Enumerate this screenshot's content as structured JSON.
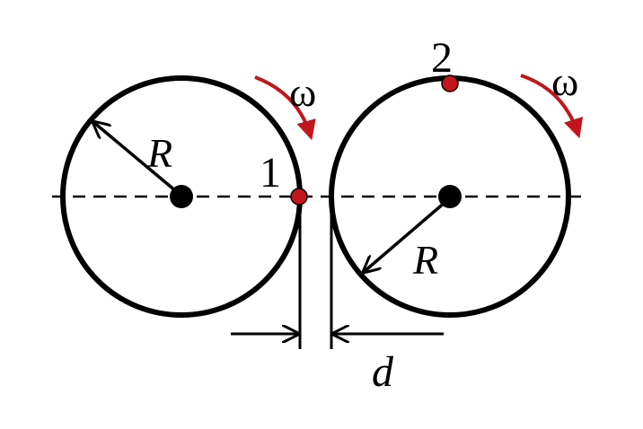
{
  "labels": {
    "radius_left": "R",
    "radius_right": "R",
    "point_1": "1",
    "point_2": "2",
    "omega_left": "ω",
    "omega_right": "ω",
    "gap": "d"
  },
  "colors": {
    "stroke": "#000000",
    "accent": "#c0161c",
    "background": "#ffffff"
  }
}
